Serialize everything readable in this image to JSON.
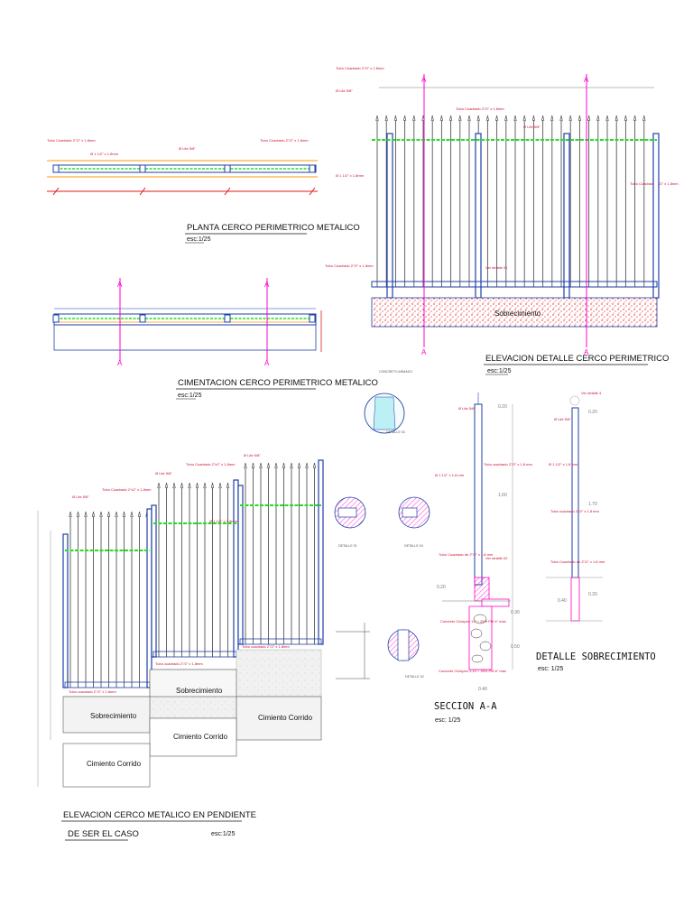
{
  "colors": {
    "post": "#1e3fa8",
    "rail_green": "#22dd22",
    "orange": "#ff9900",
    "red": "#e01b1b",
    "section": "#ff00cc",
    "concrete": "#e01b1b"
  },
  "planta": {
    "title": "PLANTA CERCO PERIMETRICO METALICO",
    "scale": "esc:1/25",
    "note_left": "Tubo Cuadrado 2\"/2\" x 1.8mm",
    "note_right": "Tubo Cuadrado 2\"/2\" x 1.8mm",
    "note_mid": "Ø Lite 5/8\"",
    "note_inner": "Ø 1 1/2\" x 1.8mm"
  },
  "cimentacion": {
    "title": "CIMENTACION CERCO PERIMETRICO METALICO",
    "scale": "esc:1/25",
    "section_mark": "A"
  },
  "elevacion_detalle": {
    "title": "ELEVACION DETALLE CERCO PERIMETRICO",
    "scale": "esc:1/25",
    "note_top": "Tubo Cuadrado 2\"/2\" x 1.8mm",
    "note_lite": "Ø Lite 5/8\"",
    "note_pipe": "Ø 1 1/2\" x 1.8mm",
    "note_rail": "Tubo Cuadrado 2\"/2\" x 1.8mm",
    "note_right": "Tubo Cuadrado 2\"/2\" x 1.8mm",
    "note_ver": "Ver detalle 01",
    "sobrecimiento": "Sobrecimiento",
    "section_mark": "A"
  },
  "pendiente": {
    "title_line1": "ELEVACION CERCO METALICO EN PENDIENTE",
    "title_line2": "DE SER EL CASO",
    "scale": "esc:1/25",
    "note_tubo": "Tubo Cuadrado 2\"x2\" x 1.8mm",
    "note_lite": "Ø Lite 5/8\"",
    "note_pipe": "Ø 1 1/2\" x 1.8mm",
    "note_rail": "Tubo cuadrado 2\"/2\" x 1.8mm",
    "sobre1": "Sobrecimiento",
    "sobre2": "Sobrecimiento",
    "cim1": "Cimiento Corrido",
    "cim2": "Cimiento Corrido",
    "cim3": "Cimiento Corrido"
  },
  "detalles": {
    "detalle01": "DETALLE 01",
    "detalle02": "DETALLE 02",
    "detalle03": "DETALLE 03",
    "detalle04": "DETALLE 04",
    "concreto": "CONCRETO ARMADO"
  },
  "seccion": {
    "title": "SECCION A-A",
    "scale": "esc: 1/25",
    "note_lite": "Ø Lite 5/8\"",
    "note_pipe": "Ø 1 1/2\" x 1.8 mm",
    "note_tubo1": "Tubo cuadrado 2\"/2\" x 1.8 mm",
    "note_tubo2": "Tubo Cuadrado de 2\"/2\" x 1.8 mm",
    "note_ver": "Ver detalle 02",
    "note_conc1": "Concreto Ciclopeo 1:8 + 25% PM 4\" max",
    "note_conc2": "Concreto Ciclopeo 1:10 + 30% PM 6\" max",
    "d1": "0.20",
    "d2": "1.60",
    "d3": "0.20",
    "d4": "0.30",
    "d5": "0.50",
    "d6": "0.40"
  },
  "sobrecimiento": {
    "title": "DETALLE SOBRECIMIENTO",
    "scale": "esc: 1/25",
    "note_ver": "Ver detalle 3",
    "note_lite": "Ø Lite 5/8\"",
    "note_pipe": "Ø 1 1/2\" x 1.8 mm",
    "note_tubo1": "Tubo cuadrado 2\"/2\" x 1.8 mm",
    "note_tubo2": "Tubo Cuadrado de 2\"/2\" x 1.8 mm",
    "d1": "0.20",
    "d2": "1.70",
    "d3": "0.20",
    "d4": "0.40"
  }
}
